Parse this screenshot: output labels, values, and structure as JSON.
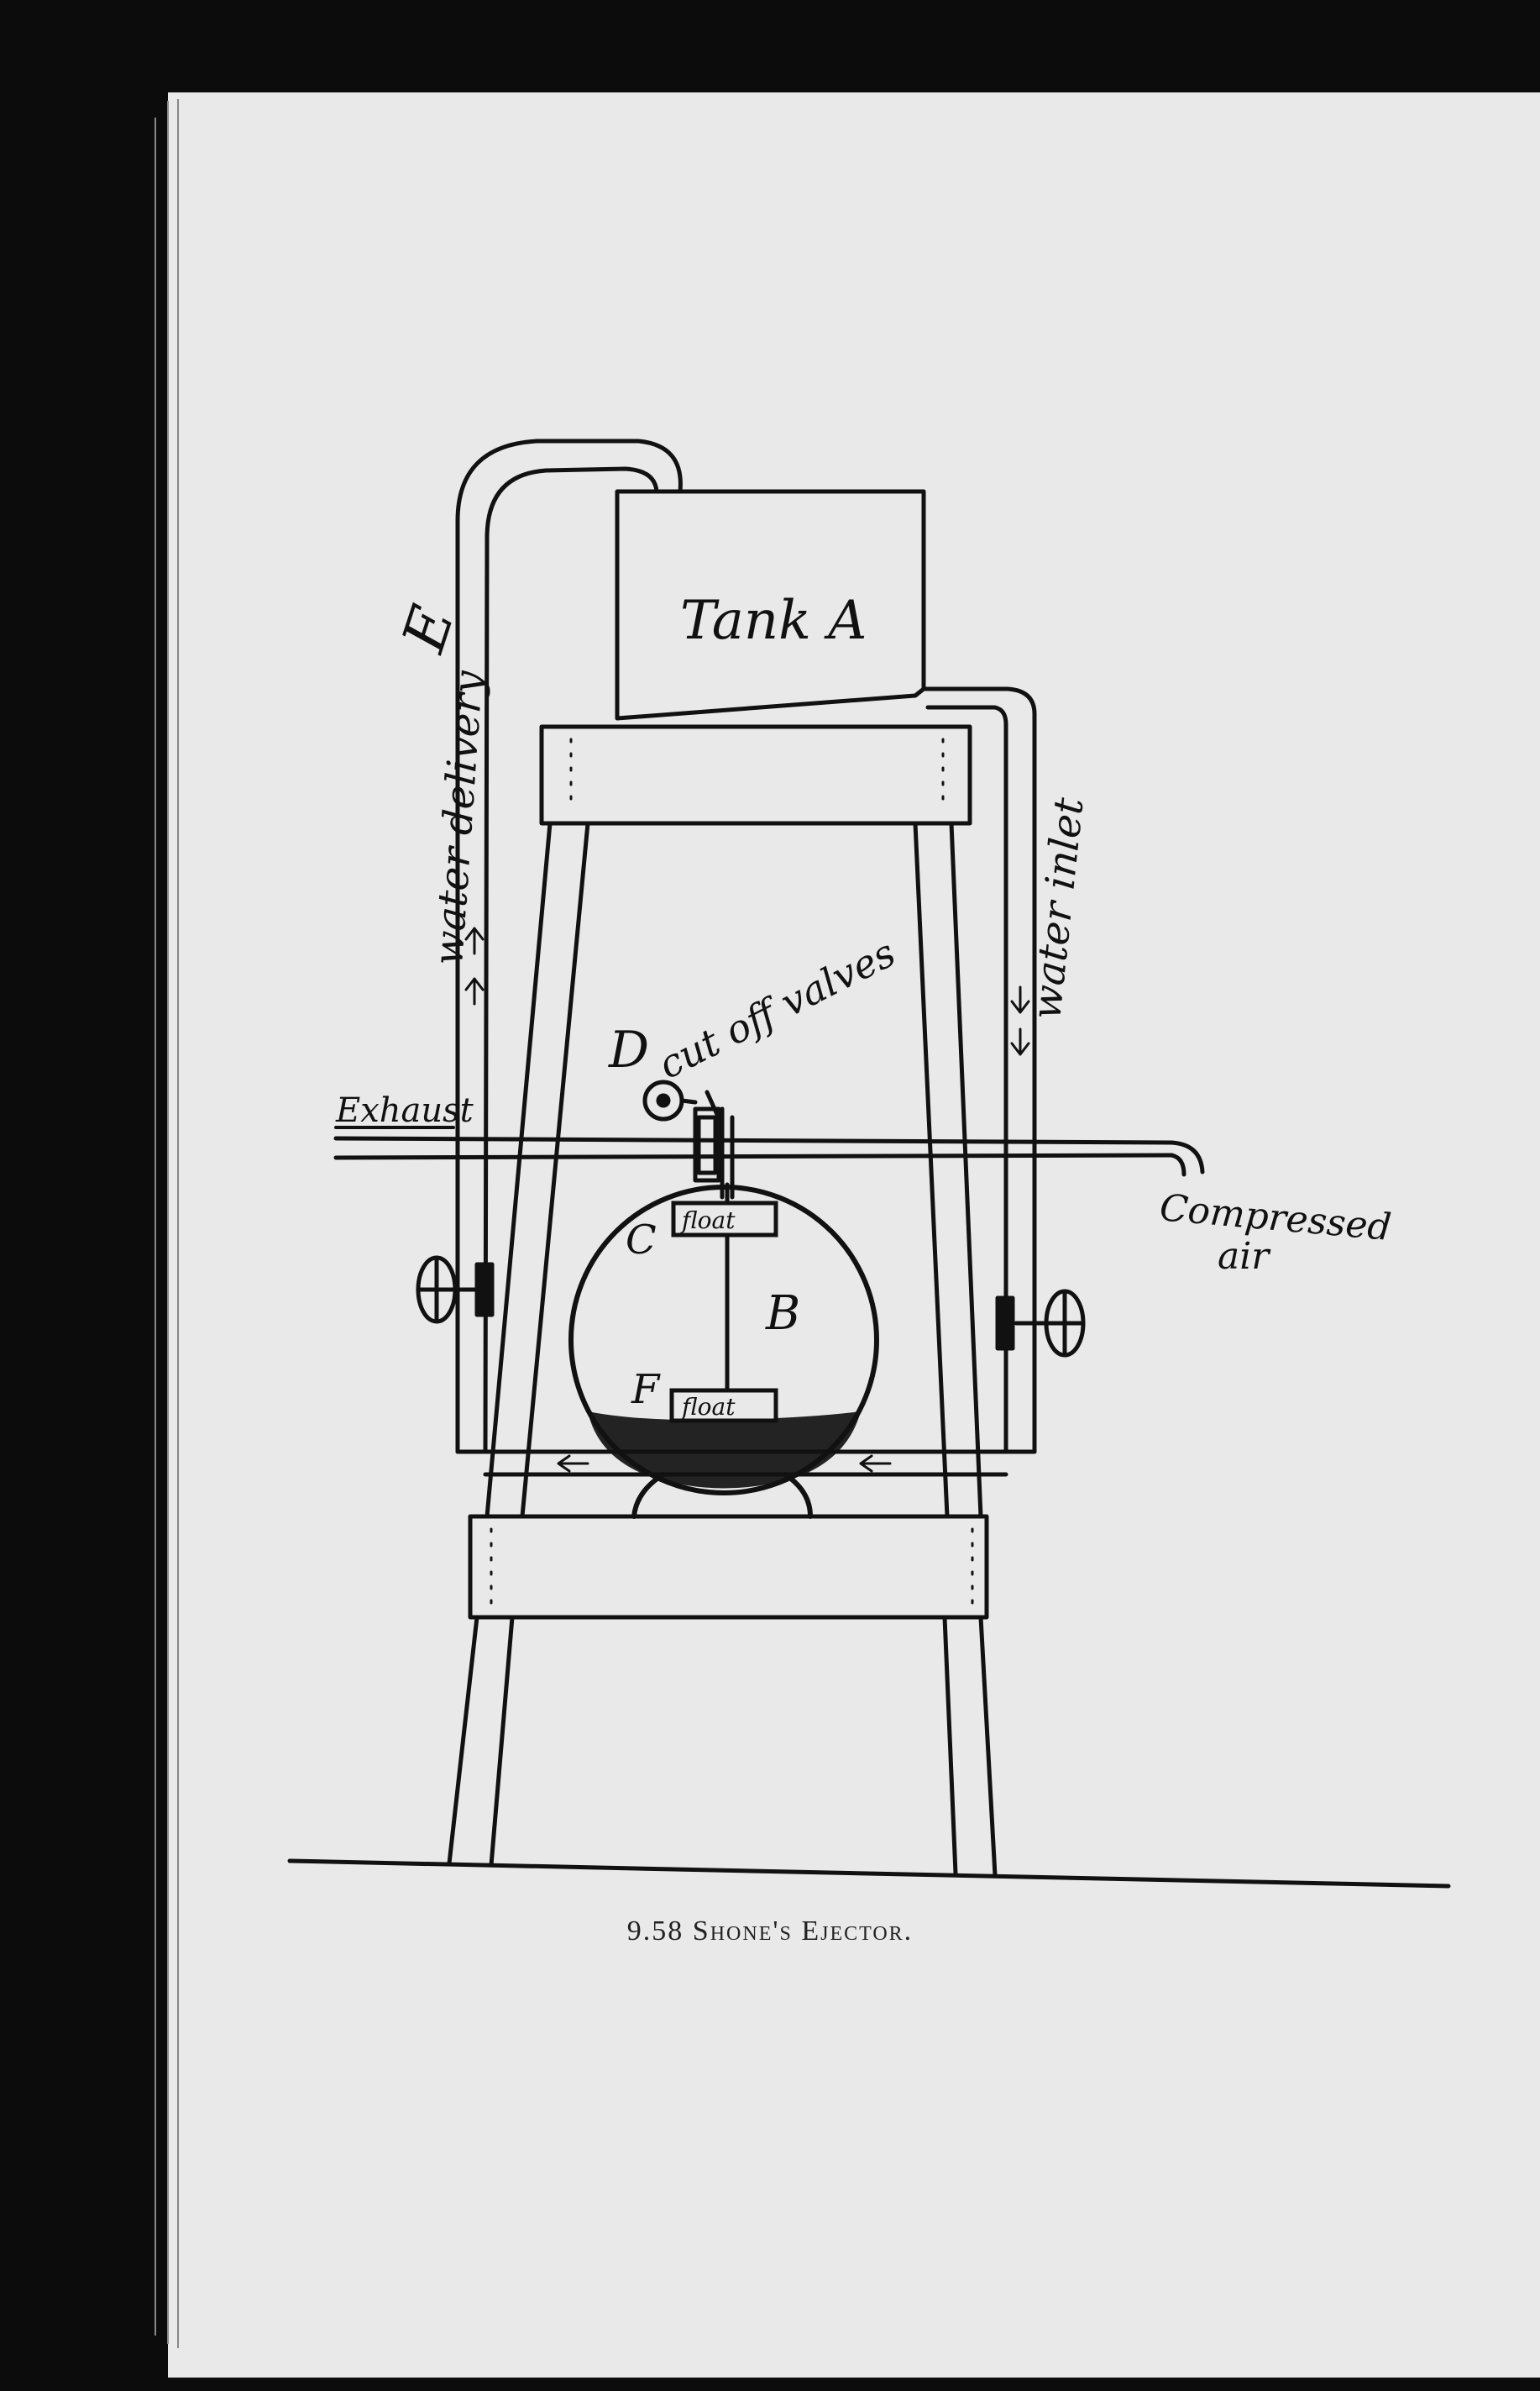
{
  "figure": {
    "caption": "9.58  Shone's Ejector.",
    "labels": {
      "tank": "Tank A",
      "delivery_letter": "E",
      "delivery": "water delivery",
      "inlet": "water inlet",
      "valve_letter": "D",
      "valves": "cut off valves",
      "exhaust": "Exhaust",
      "compressed_line1": "Compressed",
      "compressed_line2": "air",
      "vessel": "B",
      "upper_float_letter": "C",
      "lower_float_letter": "F",
      "upper_float": "float",
      "lower_float": "float"
    }
  },
  "colors": {
    "page": "#e9e9e9",
    "ink": "#111111",
    "binding": "#0c0c0c"
  }
}
